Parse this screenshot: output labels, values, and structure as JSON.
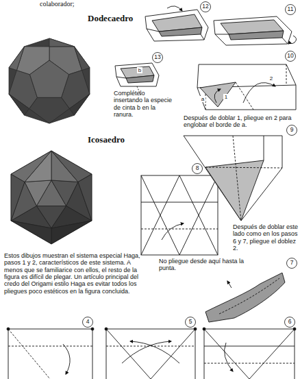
{
  "diagram": {
    "labels": [
      "colaborador;",
      "Dodecaedro",
      "12",
      "11",
      "13",
      "b",
      "Complételo insertando la especie de cinta b en la ranura.",
      "a",
      "1",
      "2",
      "10",
      "Después de doblar 1, pliegue en 2 para englobar el borde de a.",
      "Icosaedro",
      "9",
      "8",
      "Después de doblar este lado como en los pasos 6 y 7, pliegue el doblez 2.",
      "No pliegue desde aquí hasta la punta.",
      "Estos dibujos muestran el sistema especial Haga, pasos 1 y 2, característicos de este sistema. A menos que se familiarice con ellos, el resto de la figura es difícil de plegar. Un artículo principal del credo del Origami estilo Haga es evitar todos los pliegues poco estéticos en la figura concluida.",
      "7",
      "4",
      "5",
      "6"
    ]
  }
}
